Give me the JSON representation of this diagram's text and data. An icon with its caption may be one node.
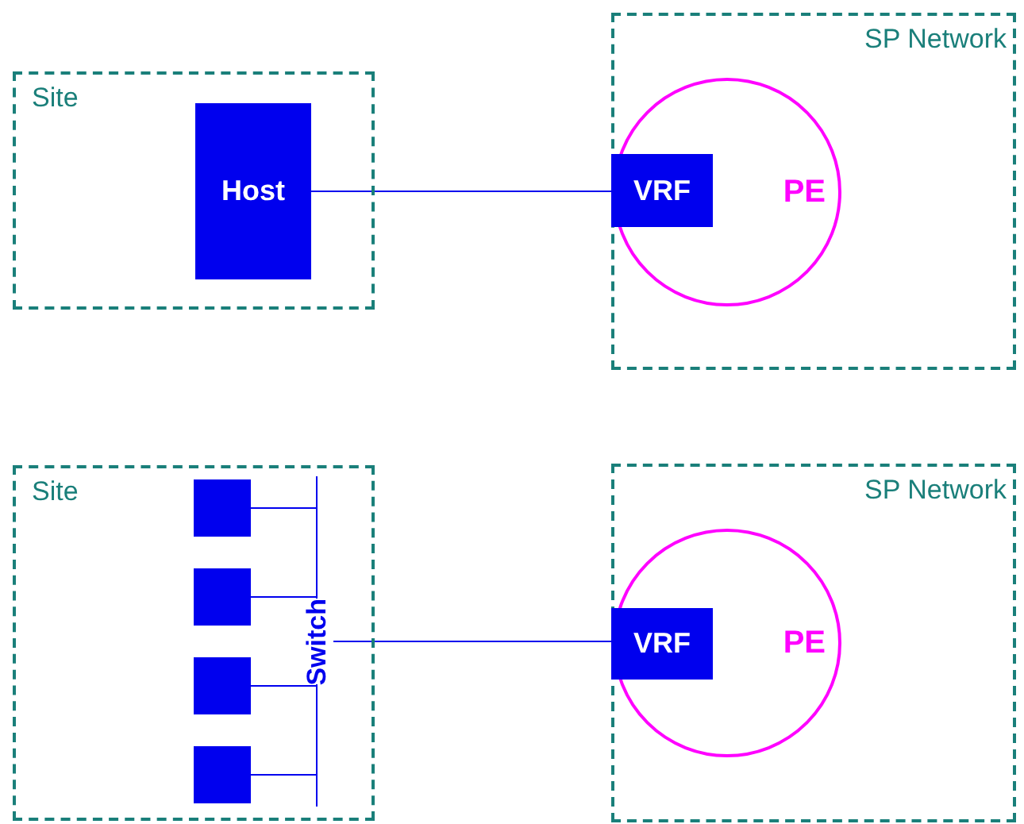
{
  "diagram": {
    "nodes": [
      {
        "text": [
          "Site"
        ]
      },
      {
        "text": [
          "Host"
        ],
        "in": 0
      },
      {
        "text": [
          "SP Network"
        ]
      },
      {
        "text": [
          "PE"
        ],
        "in": 2
      },
      {
        "text": [
          "VRF"
        ],
        "in": 3
      },
      {
        "text": [
          "Site"
        ]
      },
      {
        "text": [],
        "shape": "box",
        "in": 5
      },
      {
        "text": [],
        "shape": "box",
        "in": 5
      },
      {
        "text": [],
        "shape": "box",
        "in": 5
      },
      {
        "text": [],
        "shape": "box",
        "in": 5
      },
      {
        "text": [
          "Switch"
        ],
        "in": 5
      },
      {
        "text": [
          "SP Network"
        ]
      },
      {
        "text": [
          "PE"
        ],
        "in": 11
      },
      {
        "text": [
          "VRF"
        ],
        "in": 12
      }
    ],
    "edges": [
      {
        "from": 1,
        "to": 4,
        "arrow": "none"
      },
      {
        "from": 6,
        "to": 10,
        "arrow": "none"
      },
      {
        "from": 7,
        "to": 10,
        "arrow": "none"
      },
      {
        "from": 8,
        "to": 10,
        "arrow": "none"
      },
      {
        "from": 9,
        "to": 10,
        "arrow": "none"
      },
      {
        "from": 10,
        "to": 13,
        "arrow": "none"
      }
    ]
  }
}
